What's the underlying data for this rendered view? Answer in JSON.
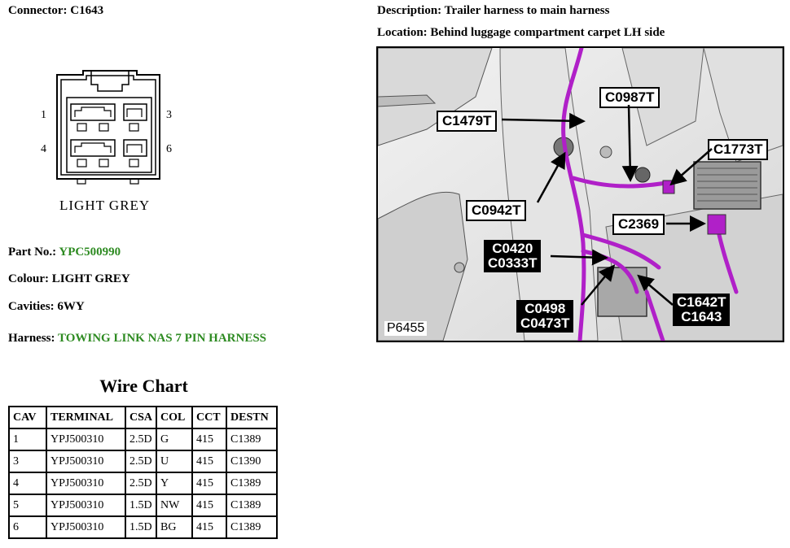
{
  "connector": {
    "label": "Connector:",
    "value": "C1643"
  },
  "description": {
    "label": "Description:",
    "value": "Trailer harness to main harness"
  },
  "location": {
    "label": "Location:",
    "value": "Behind luggage compartment carpet LH side"
  },
  "pin_diagram": {
    "pin_labels": [
      "1",
      "3",
      "4",
      "6"
    ],
    "colour_caption": "LIGHT GREY"
  },
  "part_no": {
    "label": "Part No.:",
    "value": "YPC500990",
    "value_color": "#2e8b22"
  },
  "colour": {
    "label": "Colour:",
    "value": "LIGHT GREY"
  },
  "cavities": {
    "label": "Cavities:",
    "value": "6WY"
  },
  "harness": {
    "label": "Harness:",
    "value": "TOWING LINK NAS 7 PIN HARNESS",
    "value_color": "#2e8b22"
  },
  "wire_chart": {
    "title": "Wire Chart",
    "headers": [
      "CAV",
      "TERMINAL",
      "CSA",
      "COL",
      "CCT",
      "DESTN"
    ],
    "rows": [
      [
        "1",
        "YPJ500310",
        "2.5D",
        "G",
        "415",
        "C1389"
      ],
      [
        "3",
        "YPJ500310",
        "2.5D",
        "U",
        "415",
        "C1390"
      ],
      [
        "4",
        "YPJ500310",
        "2.5D",
        "Y",
        "415",
        "C1389"
      ],
      [
        "5",
        "YPJ500310",
        "1.5D",
        "NW",
        "415",
        "C1389"
      ],
      [
        "6",
        "YPJ500310",
        "1.5D",
        "BG",
        "415",
        "C1389"
      ]
    ]
  },
  "photo": {
    "id": "P6455",
    "harness_color": "#b020c8",
    "callouts": {
      "c1479t": "C1479T",
      "c0987t": "C0987T",
      "c1773t": "C1773T",
      "c0942t": "C0942T",
      "c2369": "C2369",
      "c0420": "C0420",
      "c0333t": "C0333T",
      "c0498": "C0498",
      "c0473t": "C0473T",
      "c1642t": "C1642T",
      "c1643": "C1643"
    }
  }
}
